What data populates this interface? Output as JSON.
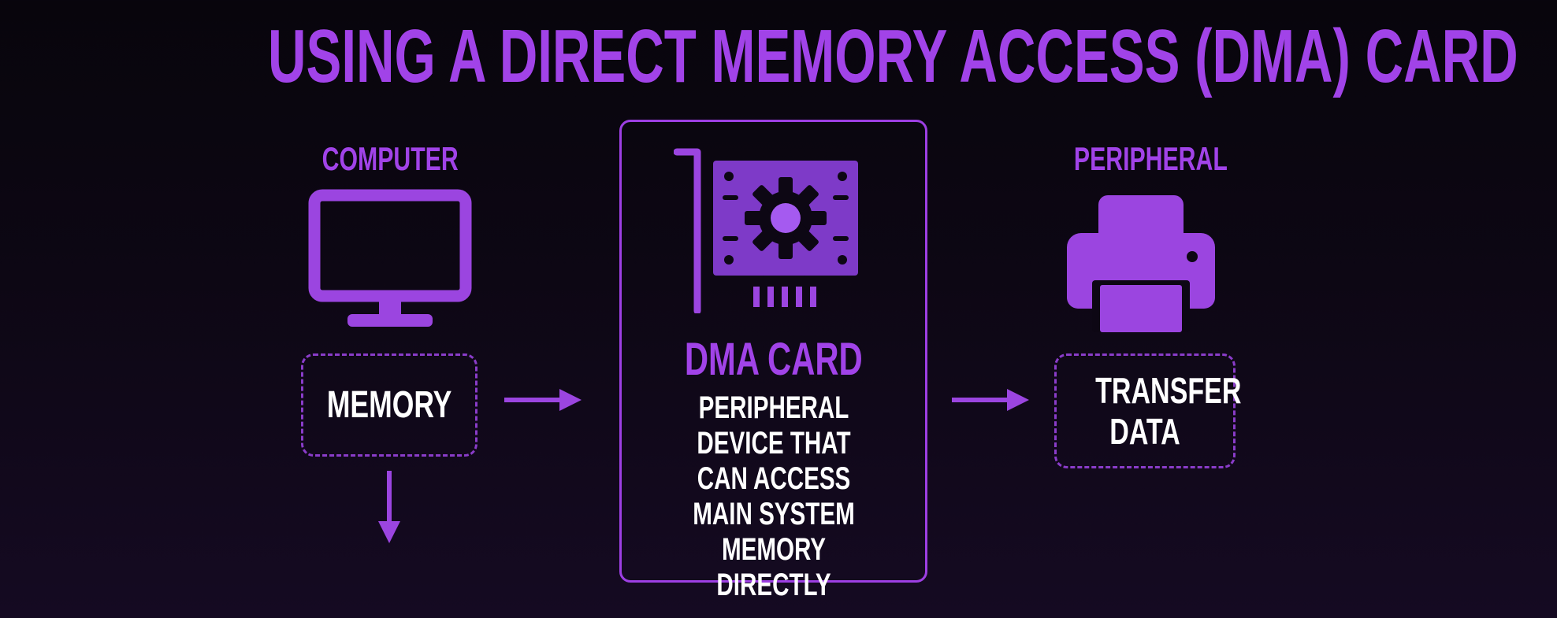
{
  "title": "USING A DIRECT MEMORY ACCESS (DMA) CARD",
  "computer": {
    "label": "COMPUTER",
    "icon": "monitor-icon",
    "box_text": "MEMORY"
  },
  "dma_card": {
    "icon": "expansion-card-gear-icon",
    "title": "DMA CARD",
    "description": "PERIPHERAL DEVICE THAT CAN ACCESS MAIN SYSTEM MEMORY DIRECTLY"
  },
  "peripheral": {
    "label": "PERIPHERAL",
    "icon": "printer-icon",
    "box_text": "TRANSFER DATA"
  },
  "colors": {
    "accent": "#a143e8",
    "icon_fill": "#9b45e0",
    "background": "#0d0714",
    "text": "#ffffff"
  }
}
